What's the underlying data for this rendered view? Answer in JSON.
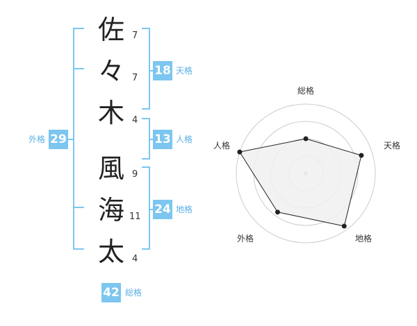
{
  "name_chars": [
    "佐",
    "々",
    "木",
    "風",
    "海",
    "太"
  ],
  "stroke_counts": [
    "7",
    "7",
    "4",
    "9",
    "11",
    "4"
  ],
  "fortunes": {
    "tenkaku": {
      "value": "18",
      "label": "天格"
    },
    "jinkaku": {
      "value": "13",
      "label": "人格"
    },
    "chikaku": {
      "value": "24",
      "label": "地格"
    },
    "gaikaku": {
      "value": "29",
      "label": "外格"
    },
    "soukaku": {
      "value": "42",
      "label": "総格"
    }
  },
  "chart_data": {
    "type": "radar",
    "axes": [
      "総格",
      "天格",
      "地格",
      "外格",
      "人格"
    ],
    "values": [
      0.5,
      0.84,
      0.94,
      0.69,
      1.0
    ],
    "max": 1.0,
    "rings": 4,
    "colors": {
      "fill": "#f0f0f0",
      "line": "#222222",
      "grid": "#cccccc"
    }
  }
}
